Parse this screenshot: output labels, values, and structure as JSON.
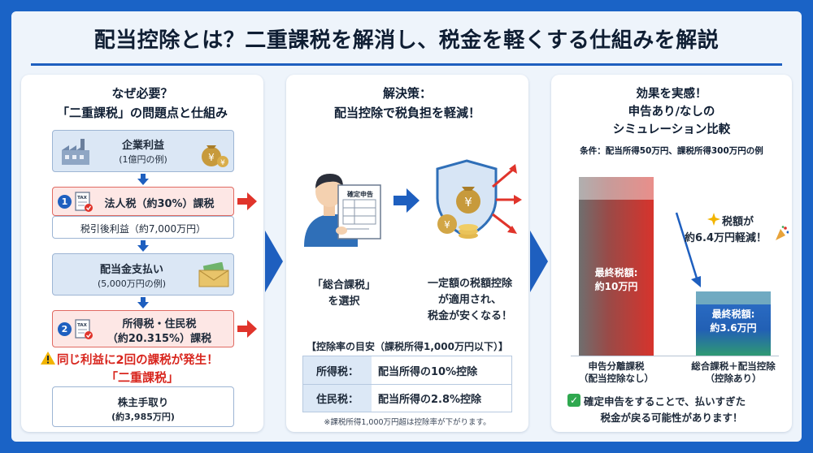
{
  "title": "配当控除とは？二重課税を解消し、税金を軽くする仕組みを解説",
  "panel1": {
    "heading1": "なぜ必要？",
    "heading2": "「二重課税」の問題点と仕組み",
    "corp_profit": "企業利益",
    "corp_profit_sub": "(1億円の例)",
    "step1_num": "1",
    "step1": "法人税（約30%）課税",
    "after_tax": "税引後利益（約7,000万円）",
    "dividend": "配当金支払い",
    "dividend_sub": "(5,000万円の例)",
    "step2_num": "2",
    "step2_line1": "所得税・住民税",
    "step2_line2": "（約20.315%）課税",
    "warning": "同じ利益に2回の課税が発生！",
    "double_tax": "「二重課税」",
    "take_home": "株主手取り",
    "take_home_sub": "(約3,985万円)"
  },
  "panel2": {
    "heading1": "解決策：",
    "heading2": "配当控除で税負担を軽減！",
    "form_label": "確定申告",
    "left_caption1": "「総合課税」",
    "left_caption2": "を選択",
    "right_caption1": "一定額の税額控除",
    "right_caption2": "が適用され、",
    "right_caption3": "税金が安くなる！",
    "rate_title": "【控除率の目安（課税所得1,000万円以下）】",
    "rates": [
      {
        "key": "所得税：",
        "value": "配当所得の10%控除"
      },
      {
        "key": "住民税：",
        "value": "配当所得の2.8%控除"
      }
    ],
    "note": "※課税所得1,000万円超は控除率が下がります。"
  },
  "panel3": {
    "heading1": "効果を実感！",
    "heading2": "申告あり/なしの",
    "heading3": "シミュレーション比較",
    "condition": "条件：配当所得50万円、課税所得300万円の例",
    "reduction1": "税額が",
    "reduction2": "約6.4万円軽減！",
    "bar1_label1": "最終税額:",
    "bar1_label2": "約10万円",
    "bar2_label1": "最終税額:",
    "bar2_label2": "約3.6万円",
    "cat1_line1": "申告分離課税",
    "cat1_line2": "（配当控除なし）",
    "cat2_line1": "総合課税＋配当控除",
    "cat2_line2": "（控除あり）",
    "footer1": "確定申告をすることで、払いすぎた",
    "footer2": "税金が戻る可能性があります！"
  },
  "chart_data": {
    "type": "bar",
    "categories": [
      "申告分離課税（配当控除なし）",
      "総合課税＋配当控除（控除あり）"
    ],
    "values": [
      10,
      3.6
    ]
  },
  "colors": {
    "brand_blue": "#1e5fbf",
    "accent_red": "#e0342b",
    "bar1": "#cf3a33",
    "bar2": "#1f67c4",
    "bar2_base": "#2f9a73"
  }
}
